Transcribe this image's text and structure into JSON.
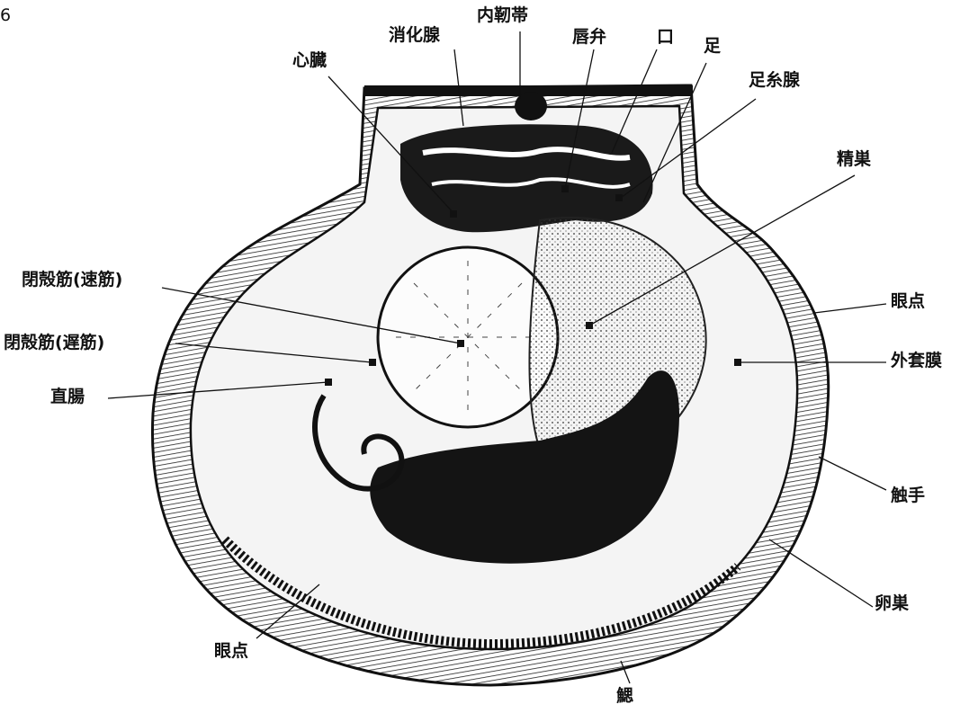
{
  "figure": {
    "page_number": "6",
    "labels": {
      "heart": "心臓",
      "digestive_gland": "消化腺",
      "inner_ligament": "内靭帯",
      "labial_palp": "唇弁",
      "mouth": "口",
      "foot": "足",
      "byssal_gland": "足糸腺",
      "testis": "精巣",
      "adductor_fast": "閉殻筋(速筋)",
      "adductor_slow": "閉殻筋(遅筋)",
      "rectum": "直腸",
      "eyespot_right": "眼点",
      "outer_mantle": "外套膜",
      "tentacle": "触手",
      "ovary": "卵巣",
      "eyespot_bottom": "眼点",
      "gill": "鰓"
    }
  }
}
